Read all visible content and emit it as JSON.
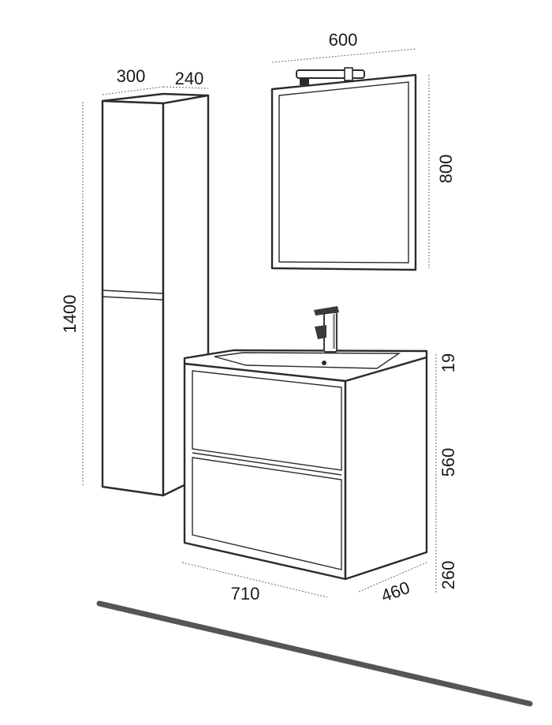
{
  "dimensions": {
    "mirror_width": "600",
    "mirror_height": "800",
    "column_width": "300",
    "column_depth": "240",
    "column_height": "1400",
    "basin_thickness": "19",
    "cabinet_height": "560",
    "clearance": "260",
    "cabinet_width": "710",
    "cabinet_depth": "460"
  },
  "colors": {
    "line": "#2b2b2b",
    "dimension": "#6a6a6a",
    "floor": "#555555",
    "tap": "#3a3a3a"
  }
}
